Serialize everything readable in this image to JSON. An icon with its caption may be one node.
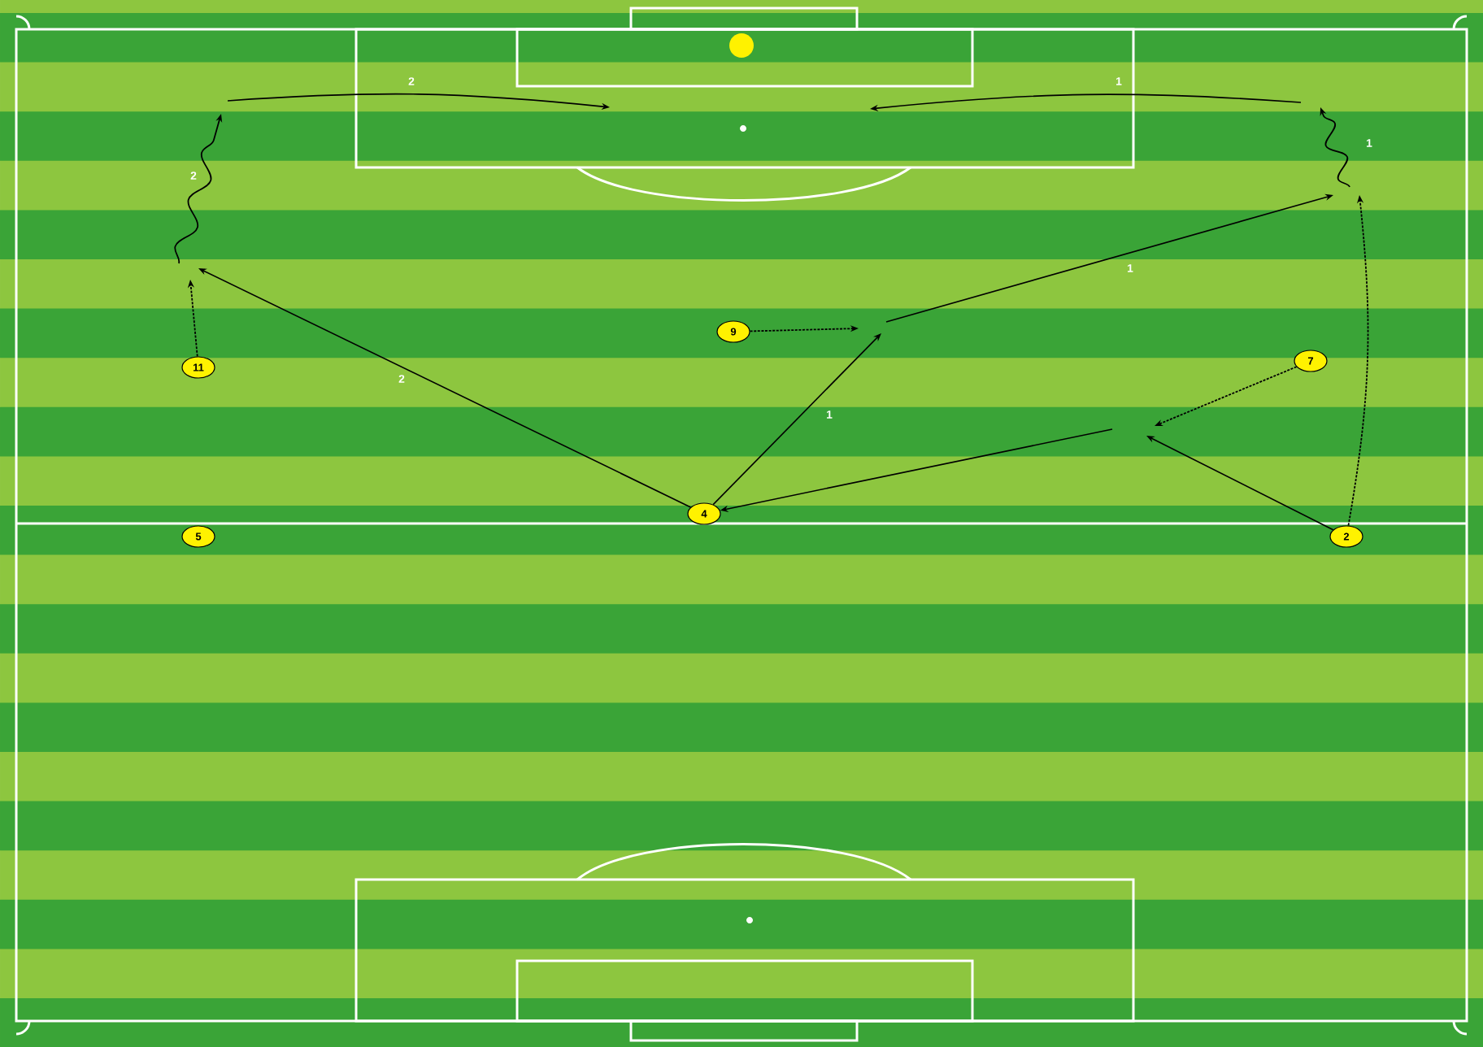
{
  "diagram": {
    "nodes": [
      {
        "text": [],
        "shape": "circle"
      },
      {
        "text": [
          "11"
        ]
      },
      {
        "text": [
          "9"
        ]
      },
      {
        "text": [
          "7"
        ]
      },
      {
        "text": [
          "5"
        ]
      },
      {
        "text": [
          "4"
        ]
      },
      {
        "text": [
          "2"
        ]
      }
    ],
    "edges": [
      {
        "from": 1,
        "to": null,
        "arrow": "to",
        "style": "dashed"
      },
      {
        "from": 2,
        "to": null,
        "arrow": "to",
        "style": "dashed"
      },
      {
        "from": 3,
        "to": null,
        "arrow": "to",
        "style": "dashed"
      },
      {
        "from": 5,
        "to": null,
        "arrow": "to",
        "label": "2"
      },
      {
        "from": 5,
        "to": null,
        "arrow": "to",
        "label": "1"
      },
      {
        "from": null,
        "to": 5,
        "arrow": "to"
      },
      {
        "from": 6,
        "to": null,
        "arrow": "to"
      },
      {
        "from": 6,
        "to": null,
        "arrow": "to",
        "style": "dashed"
      }
    ],
    "labels": [
      "2",
      "1",
      "1",
      "2",
      "1"
    ]
  }
}
